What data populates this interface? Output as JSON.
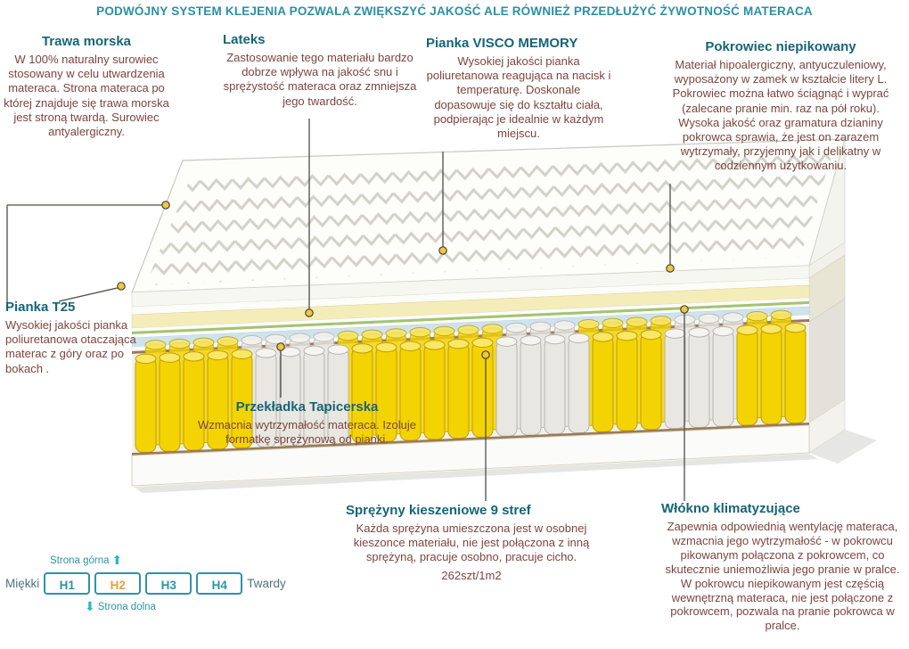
{
  "banner": {
    "text": "PODWÓJNY SYSTEM KLEJENIA POZWALA ZWIĘKSZYĆ JAKOŚĆ ALE RÓWNIEŻ PRZEDŁUŻYĆ ŻYWOTNOŚĆ MATERACA"
  },
  "annotations": {
    "trawa": {
      "title": "Trawa morska",
      "body": "W 100% naturalny surowiec stosowany w celu utwardzenia materaca. Strona materaca po której znajduje się trawa morska jest stroną twardą. Surowiec antyalergiczny."
    },
    "lateks": {
      "title": "Lateks",
      "body": "Zastosowanie tego materiału bardzo dobrze wpływa na jakość snu i sprężystość materaca oraz zmniejsza jego twardość."
    },
    "visco": {
      "title": "Pianka VISCO MEMORY",
      "body": "Wysokiej jakości pianka poliuretanowa reagująca na nacisk i temperaturę. Doskonale dopasowuje się do kształtu ciała, podpierając je idealnie w każdym miejscu."
    },
    "pokrowiec": {
      "title": "Pokrowiec niepikowany",
      "body": "Materiał hipoalergiczny, antyuczuleniowy, wyposażony w zamek w kształcie litery L. Pokrowiec można łatwo ściągnąć i wyprać (zalecane pranie min. raz na pół roku). Wysoka jakość oraz gramatura dzianiny pokrowca sprawia, że jest on zarazem wytrzymały, przyjemny jak i delikatny w codziennym użytkowaniu."
    },
    "t25": {
      "title": "Pianka T25",
      "body": "Wysokiej jakości pianka poliuretanowa otaczająca materac z góry oraz po bokach ."
    },
    "przekladka": {
      "title": "Przekładka Tapicerska",
      "body": "Wzmacnia wytrzymałość materaca. Izoluje formatkę sprężynową od pianki."
    },
    "sprezyny": {
      "title": "Sprężyny kieszeniowe 9 stref",
      "body": "Każda sprężyna umieszczona jest w osobnej kieszonce materiału, nie jest połączona z inną sprężyną, pracuje osobno, pracuje cicho.",
      "count": "262szt/1m2"
    },
    "wlokno": {
      "title": "Włókno klimatyzujące",
      "body": "Zapewnia odpowiednią wentylację materaca, wzmacnia jego wytrzymałość - w pokrowcu pikowanym połączona z pokrowcem, co skutecznie uniemożliwia jego pranie w pralce. W pokrowcu niepikowanym jest częścią wewnętrzną materaca, nie jest połączone z pokrowcem, pozwala na pranie pokrowca w pralce."
    }
  },
  "scale": {
    "soft": "Miękki",
    "hard": "Twardy",
    "levels": [
      "H1",
      "H2",
      "H3",
      "H4"
    ],
    "active_level": "H2",
    "top_side": "Strona górna",
    "bottom_side": "Strona dolna"
  },
  "icons": {
    "arrow_up": "⬆",
    "arrow_down": "⬇"
  },
  "mattress": {
    "spring_zones": [
      {
        "from": 0.0,
        "to": 0.17,
        "color": "yellow"
      },
      {
        "from": 0.17,
        "to": 0.31,
        "color": "white"
      },
      {
        "from": 0.31,
        "to": 0.55,
        "color": "yellow"
      },
      {
        "from": 0.55,
        "to": 0.67,
        "color": "white"
      },
      {
        "from": 0.67,
        "to": 0.8,
        "color": "yellow"
      },
      {
        "from": 0.8,
        "to": 0.89,
        "color": "white"
      },
      {
        "from": 0.89,
        "to": 1.01,
        "color": "yellow"
      }
    ],
    "layers": [
      "pokrowiec zigzag foam",
      "pianka",
      "lateks",
      "trawa morska",
      "pianka visco memory",
      "włókno klimatyzujące",
      "przekładka tapicerska",
      "sprężyny kieszeniowe",
      "pianka bazowa"
    ]
  },
  "colors": {
    "accent_teal": "#2e93a6",
    "title_teal": "#156577",
    "body_brown": "#7c453f",
    "highlight_orange": "#e5a23c",
    "spring_yellow": "#f4d303",
    "spring_white": "#e8e7e2",
    "dot_yellow": "#f2c63d",
    "latex_layer": "#f5edb9",
    "visco_layer": "#cfe3ed",
    "seagrass_layer": "#a2c46f",
    "separator_brown": "#9a7a58"
  }
}
